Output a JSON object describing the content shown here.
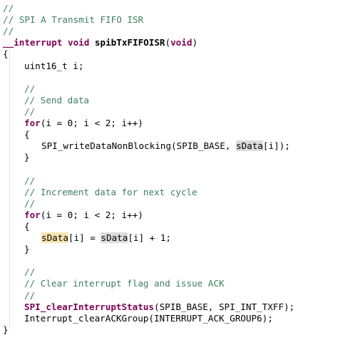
{
  "editor": {
    "colors": {
      "comment": "#3f7f5f",
      "keyword": "#7f0055",
      "plain": "#000000",
      "highlight_write": "#f9e4b0",
      "highlight_read": "#dcdcdc"
    },
    "lines": [
      {
        "tokens": [
          {
            "t": "//",
            "c": "cm"
          }
        ]
      },
      {
        "tokens": [
          {
            "t": "// SPI A Transmit FIFO ISR",
            "c": "cm"
          }
        ]
      },
      {
        "tokens": [
          {
            "t": "//",
            "c": "cm"
          }
        ]
      },
      {
        "tokens": [
          {
            "t": "__interrupt ",
            "c": "kw"
          },
          {
            "t": "void ",
            "c": "kw"
          },
          {
            "t": "spibTxFIFOISR",
            "c": "fn"
          },
          {
            "t": "(",
            "c": ""
          },
          {
            "t": "void",
            "c": "kw"
          },
          {
            "t": ")",
            "c": ""
          }
        ]
      },
      {
        "tokens": [
          {
            "t": "{",
            "c": ""
          }
        ]
      },
      {
        "indent": 1,
        "tokens": [
          {
            "t": "uint16_t i;",
            "c": ""
          }
        ]
      },
      {
        "tokens": []
      },
      {
        "indent": 1,
        "tokens": [
          {
            "t": "//",
            "c": "cm"
          }
        ]
      },
      {
        "indent": 1,
        "tokens": [
          {
            "t": "// Send data",
            "c": "cm"
          }
        ]
      },
      {
        "indent": 1,
        "tokens": [
          {
            "t": "//",
            "c": "cm"
          }
        ]
      },
      {
        "indent": 1,
        "tokens": [
          {
            "t": "for",
            "c": "kw"
          },
          {
            "t": "(i = 0; i < 2; i++)",
            "c": ""
          }
        ]
      },
      {
        "indent": 1,
        "tokens": [
          {
            "t": "{",
            "c": ""
          }
        ]
      },
      {
        "indent": 2,
        "tokens": [
          {
            "t": "SPI_writeDataNonBlocking(SPIB_BASE, ",
            "c": ""
          },
          {
            "t": "sData",
            "c": "hl-ref"
          },
          {
            "t": "[i]);",
            "c": ""
          }
        ]
      },
      {
        "indent": 1,
        "tokens": [
          {
            "t": "}",
            "c": ""
          }
        ]
      },
      {
        "tokens": []
      },
      {
        "indent": 1,
        "tokens": [
          {
            "t": "//",
            "c": "cm"
          }
        ]
      },
      {
        "indent": 1,
        "tokens": [
          {
            "t": "// Increment data for next cycle",
            "c": "cm"
          }
        ]
      },
      {
        "indent": 1,
        "tokens": [
          {
            "t": "//",
            "c": "cm"
          }
        ]
      },
      {
        "indent": 1,
        "tokens": [
          {
            "t": "for",
            "c": "kw"
          },
          {
            "t": "(i = 0; i < 2; i++)",
            "c": ""
          }
        ]
      },
      {
        "indent": 1,
        "tokens": [
          {
            "t": "{",
            "c": ""
          }
        ]
      },
      {
        "indent": 2,
        "tokens": [
          {
            "t": "sData",
            "c": "hl-var"
          },
          {
            "t": "[i] = ",
            "c": ""
          },
          {
            "t": "sData",
            "c": "hl-ref"
          },
          {
            "t": "[i] + 1;",
            "c": ""
          }
        ]
      },
      {
        "indent": 1,
        "tokens": [
          {
            "t": "}",
            "c": ""
          }
        ]
      },
      {
        "tokens": []
      },
      {
        "indent": 1,
        "tokens": [
          {
            "t": "//",
            "c": "cm"
          }
        ]
      },
      {
        "indent": 1,
        "tokens": [
          {
            "t": "// Clear interrupt flag and issue ACK",
            "c": "cm"
          }
        ]
      },
      {
        "indent": 1,
        "tokens": [
          {
            "t": "//",
            "c": "cm"
          }
        ]
      },
      {
        "indent": 1,
        "tokens": [
          {
            "t": "SPI_clearInterruptStatus",
            "c": "kw"
          },
          {
            "t": "(SPIB_BASE, SPI_INT_TXFF);",
            "c": ""
          }
        ]
      },
      {
        "indent": 1,
        "tokens": [
          {
            "t": "Interrupt_clearACKGroup(INTERRUPT_ACK_GROUP6);",
            "c": ""
          }
        ]
      },
      {
        "tokens": [
          {
            "t": "}",
            "c": ""
          }
        ]
      }
    ]
  }
}
